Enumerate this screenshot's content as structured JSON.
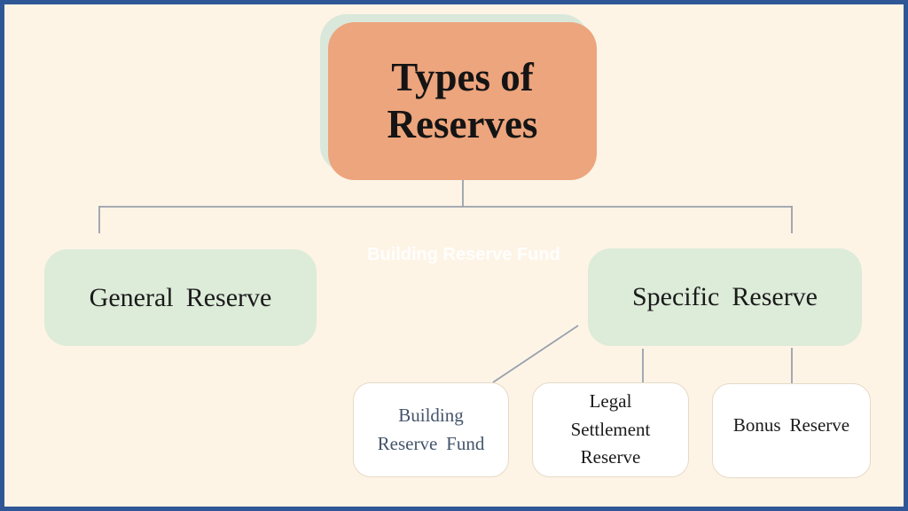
{
  "slide": {
    "background_color": "#FDF4E6",
    "border_color": "#2F5796",
    "connector_color": "#99A1AD"
  },
  "diagram": {
    "root": {
      "label": "Types of Reserves",
      "fill": "#EDA57D",
      "shadow_fill": "#D9E8DA"
    },
    "watermark": {
      "text": "Building Reserve Fund",
      "color": "#FFFFFF"
    },
    "level1": [
      {
        "label": "General Reserve",
        "fill": "#DDEBD9"
      },
      {
        "label": "Specific Reserve",
        "fill": "#DDEBD9"
      }
    ],
    "level2": [
      {
        "label": "Building Reserve Fund",
        "fill": "#FFFFFF",
        "text_color": "#44546A"
      },
      {
        "label": "Legal Settlement Reserve",
        "fill": "#FFFFFF",
        "text_color": "#1B1B1B"
      },
      {
        "label": "Bonus Reserve",
        "fill": "#FFFFFF",
        "text_color": "#1B1B1B"
      }
    ]
  }
}
